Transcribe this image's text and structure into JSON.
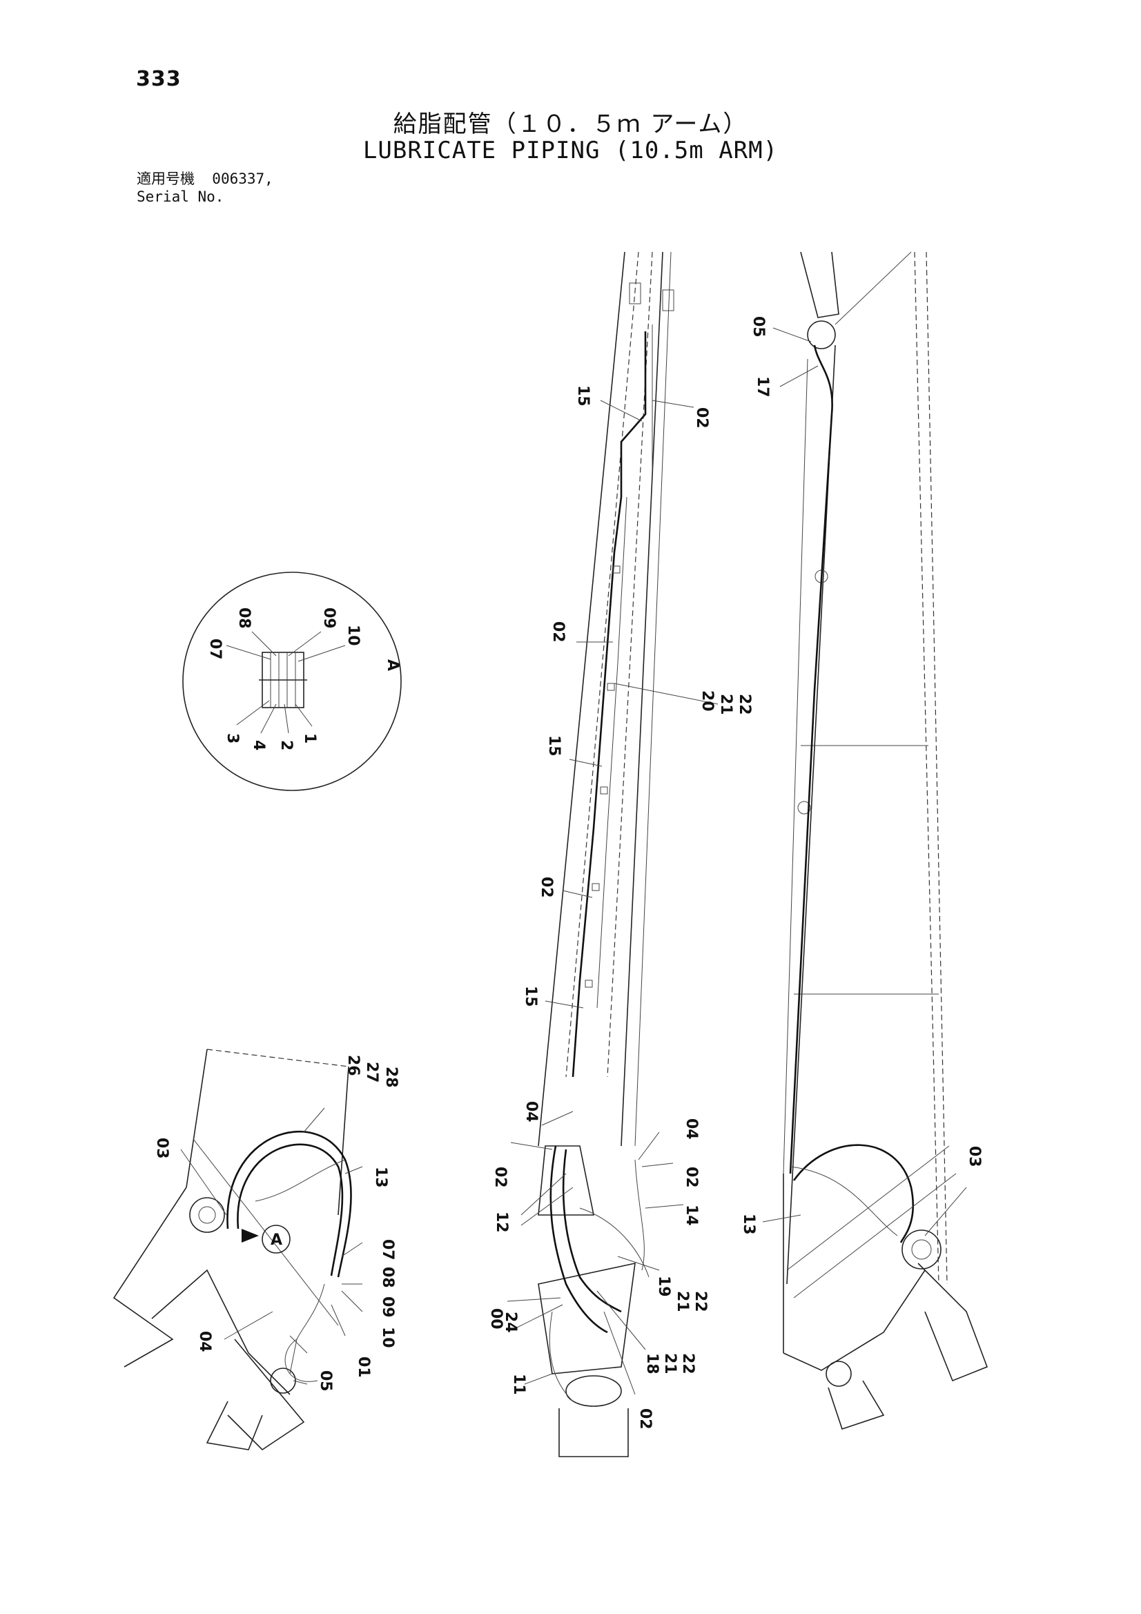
{
  "page_number": "333",
  "title_jp": "給脂配管（１０．５ｍ アーム）",
  "title_en": "LUBRICATE PIPING (10.5m ARM)",
  "serial": {
    "label_jp": "適用号機",
    "value": "006337,",
    "label_en": "Serial No."
  },
  "detail": {
    "view_label": "A",
    "callouts": [
      "07",
      "08",
      "09",
      "10",
      "3",
      "4",
      "2",
      "1"
    ]
  },
  "left_view": {
    "callouts": [
      "03",
      "26",
      "27",
      "28",
      "13",
      "07",
      "08",
      "09",
      "10",
      "01",
      "04",
      "05"
    ],
    "view_marker": "A"
  },
  "center_view": {
    "callouts": [
      "15",
      "02",
      "02",
      "20",
      "21",
      "22",
      "15",
      "02",
      "15",
      "04",
      "02",
      "12",
      "00",
      "24",
      "11",
      "04",
      "02",
      "14",
      "19",
      "21",
      "22",
      "18",
      "21",
      "22",
      "02"
    ]
  },
  "right_view": {
    "callouts": [
      "05",
      "17",
      "13",
      "03"
    ]
  }
}
